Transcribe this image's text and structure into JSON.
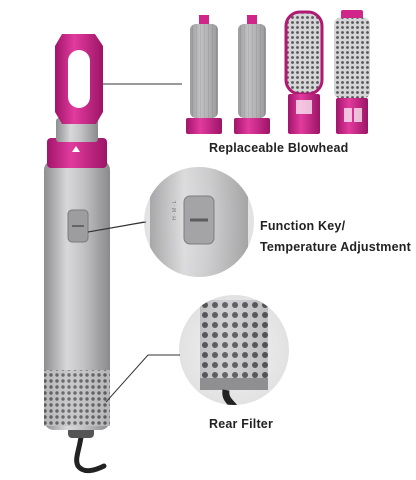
{
  "labels": {
    "blowhead": "Replaceable Blowhead",
    "function_line1": "Function Key/",
    "function_line2": "Temperature Adjustment",
    "rear_filter": "Rear Filter"
  },
  "colors": {
    "accent_magenta": "#d0268a",
    "body_silver": "#b9b9bb",
    "background": "#ffffff",
    "text": "#222222"
  },
  "icons": [
    "air-styler-product",
    "curling-barrel",
    "round-brush",
    "hot-air-brush"
  ]
}
